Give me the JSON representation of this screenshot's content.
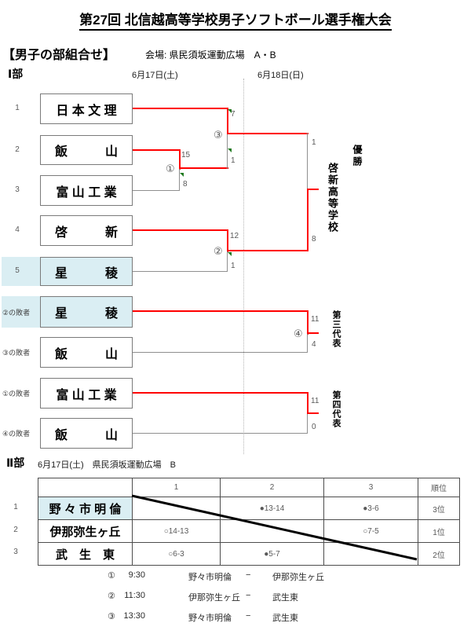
{
  "colors": {
    "accent_red": "#ff0000",
    "highlight_blue": "#daeef3",
    "line_gray": "#8f8f8f",
    "score_gray": "#595959",
    "marker_green": "#1f7a1f"
  },
  "icons": {
    "green_marker": "green-triangle-icon"
  },
  "header": {
    "title": "第27回 北信越高等学校男子ソフトボール選手権大会",
    "section_label": "【男子の部組合せ】",
    "venue": "会場: 県民須坂運動広場　A・B"
  },
  "part1": {
    "label": "Ⅰ部",
    "date_left": "6月17日(土)",
    "date_right": "6月18日(日)",
    "seeds": [
      "1",
      "2",
      "3",
      "4",
      "5"
    ],
    "teams": [
      "日 本 文 理",
      "飯　　　山",
      "富 山 工 業",
      "啓　　　新",
      "星　　　稜"
    ],
    "loser_labels": [
      "②の敗者",
      "③の敗者",
      "①の敗者",
      "④の敗者"
    ],
    "loser_teams": [
      "星　　　稜",
      "飯　　　山",
      "富 山 工 業",
      "飯　　　山"
    ],
    "match_numbers": {
      "m1": "①",
      "m2": "②",
      "m3": "③",
      "m4": "④"
    },
    "scores": {
      "sf_top": "7",
      "r1_top": "15",
      "r1_bottom": "8",
      "sf_bottom": "1",
      "qf_top": "12",
      "qf_bottom": "1",
      "final_top": "1",
      "final_bottom": "8",
      "third_top": "11",
      "third_bottom": "4",
      "fourth_top": "11",
      "fourth_bottom": "0"
    },
    "champion_label": "優勝",
    "champion_name": "啓新高等学校",
    "third_label": "第三代表",
    "fourth_label": "第四代表"
  },
  "part2": {
    "label": "Ⅱ部",
    "info": "6月17日(土)　県民須坂運動広場　B",
    "row_seeds": [
      "1",
      "2",
      "3"
    ],
    "table": {
      "headers": [
        "1",
        "2",
        "3",
        "順位"
      ],
      "rows": [
        {
          "name": "野 々 市 明 倫",
          "c1": "",
          "c2": "●13-14",
          "c3": "●3-6",
          "rank": "3位"
        },
        {
          "name": "伊那弥生ヶ丘",
          "c1": "○14-13",
          "c2": "",
          "c3": "○7-5",
          "rank": "1位"
        },
        {
          "name": "武　生　東",
          "c1": "○6-3",
          "c2": "●5-7",
          "c3": "",
          "rank": "2位"
        }
      ]
    },
    "schedule": [
      {
        "num": "①",
        "time": "9:30",
        "team1": "野々市明倫",
        "dash": "−",
        "team2": "伊那弥生ヶ丘"
      },
      {
        "num": "②",
        "time": "11:30",
        "team1": "伊那弥生ヶ丘",
        "dash": "−",
        "team2": "武生東"
      },
      {
        "num": "③",
        "time": "13:30",
        "team1": "野々市明倫",
        "dash": "−",
        "team2": "武生東"
      }
    ]
  }
}
